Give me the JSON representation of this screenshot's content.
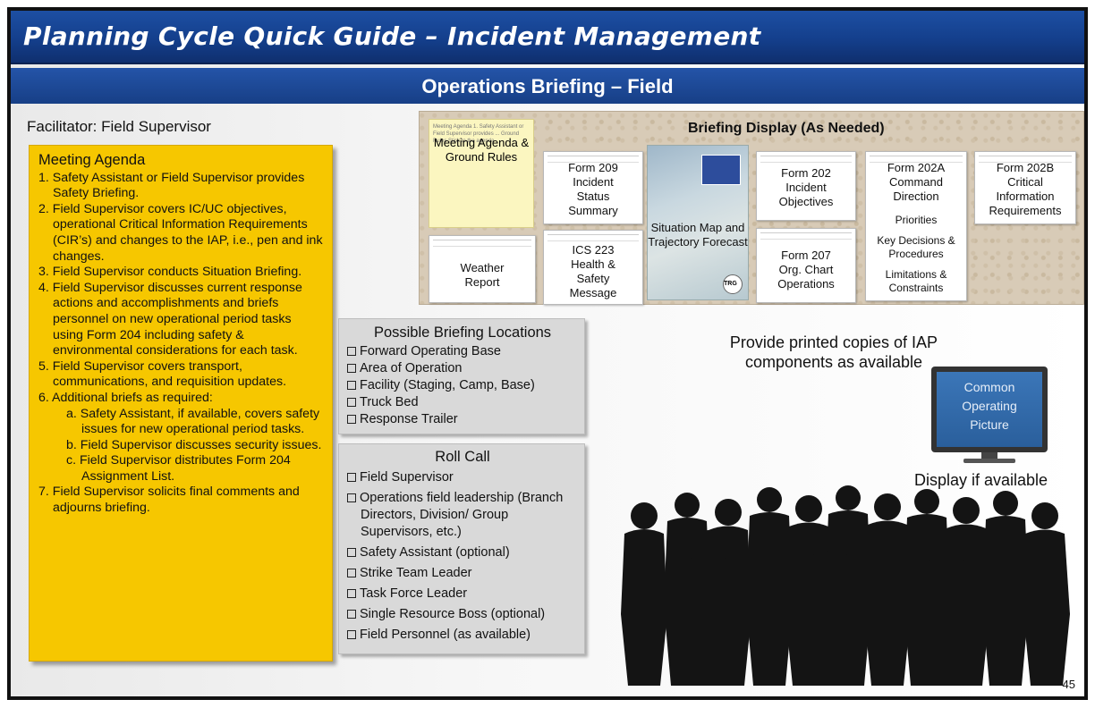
{
  "header": {
    "title": "Planning Cycle Quick Guide – Incident Management",
    "subtitle": "Operations Briefing – Field"
  },
  "facilitator": "Facilitator: Field Supervisor",
  "agenda": {
    "title": "Meeting Agenda",
    "items": [
      "1. Safety Assistant or Field Supervisor provides Safety Briefing.",
      "2. Field Supervisor covers IC/UC objectives, operational Critical Information Requirements (CIR’s) and changes to the IAP, i.e., pen and ink changes.",
      "3. Field Supervisor conducts Situation Briefing.",
      "4. Field Supervisor discusses current response actions and accomplishments and briefs personnel on new operational period tasks using Form 204 including safety & environmental considerations for each task.",
      "5. Field Supervisor covers transport, communications, and requisition updates.",
      "6. Additional briefs as required:"
    ],
    "sub_items": [
      "a. Safety Assistant, if available, covers safety issues for new operational period tasks.",
      "b. Field Supervisor discusses security issues.",
      "c. Field Supervisor distributes Form 204 Assignment List."
    ],
    "final_item": "7. Field Supervisor solicits final comments and adjourns briefing."
  },
  "briefing_display": {
    "title": "Briefing Display (As Needed)",
    "agenda_note": "Meeting Agenda & Ground Rules",
    "agenda_note_faint": "Meeting Agenda  1. Safety Assistant or Field Supervisor provides ...  Ground Rules  Stick to the agenda",
    "weather": "Weather Report",
    "form209": "Form 209 Incident Status Summary",
    "ics223": "ICS 223 Health & Safety Message",
    "situation_map": "Situation Map and Trajectory Forecast",
    "map_logo": "TRG",
    "form202": "Form 202 Incident Objectives",
    "form207": "Form 207 Org. Chart Operations",
    "form202a": "Form 202A Command Direction",
    "form202a_priorities": "Priorities",
    "form202a_decisions": "Key Decisions & Procedures",
    "form202a_limits": "Limitations & Constraints",
    "form202b": "Form 202B Critical Information Requirements"
  },
  "locations": {
    "title": "Possible Briefing Locations",
    "items": [
      "Forward Operating Base",
      "Area of Operation",
      "Facility (Staging, Camp, Base)",
      "Truck Bed",
      "Response Trailer"
    ]
  },
  "roll_call": {
    "title": "Roll Call",
    "items": [
      "Field Supervisor",
      "Operations field leadership (Branch Directors, Division/ Group Supervisors, etc.)",
      "Safety Assistant (optional)",
      "Strike Team Leader",
      "Task Force Leader",
      "Single Resource Boss (optional)",
      "Field Personnel (as available)"
    ]
  },
  "provide_text": "Provide printed copies of IAP components as available",
  "monitor_text": [
    "Common",
    "Operating",
    "Picture"
  ],
  "display_if": "Display if available",
  "page_number": "45"
}
